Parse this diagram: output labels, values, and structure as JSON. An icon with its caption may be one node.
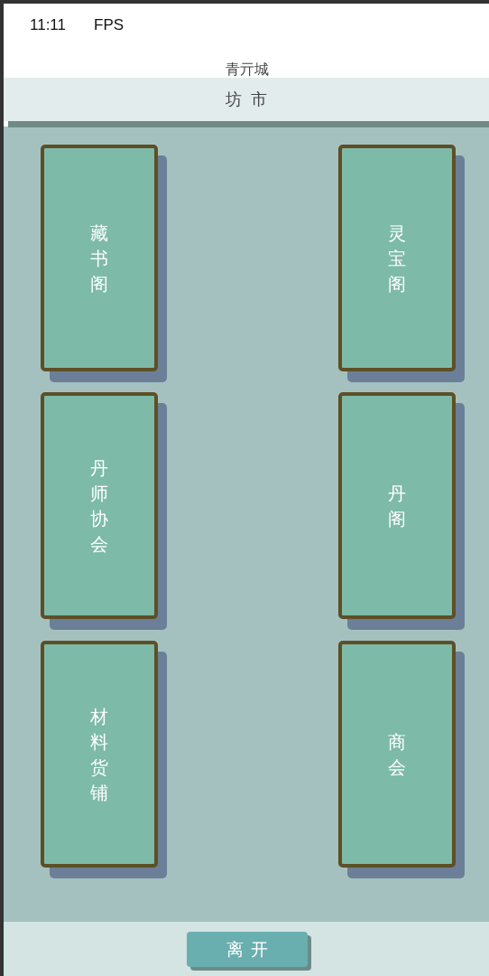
{
  "diagram": {
    "title": "青亓城",
    "nodes": [
      {
        "text": [
          "坊市"
        ]
      },
      {
        "text": [
          "藏书阁"
        ]
      },
      {
        "text": [
          "灵宝阁"
        ]
      },
      {
        "text": [
          "丹师协会"
        ]
      },
      {
        "text": [
          "丹阁"
        ]
      },
      {
        "text": [
          "材料货铺"
        ]
      },
      {
        "text": [
          "商会"
        ]
      },
      {
        "text": [
          "离开"
        ]
      }
    ],
    "edges": [],
    "labels": [
      "11:11",
      "FPS"
    ]
  }
}
